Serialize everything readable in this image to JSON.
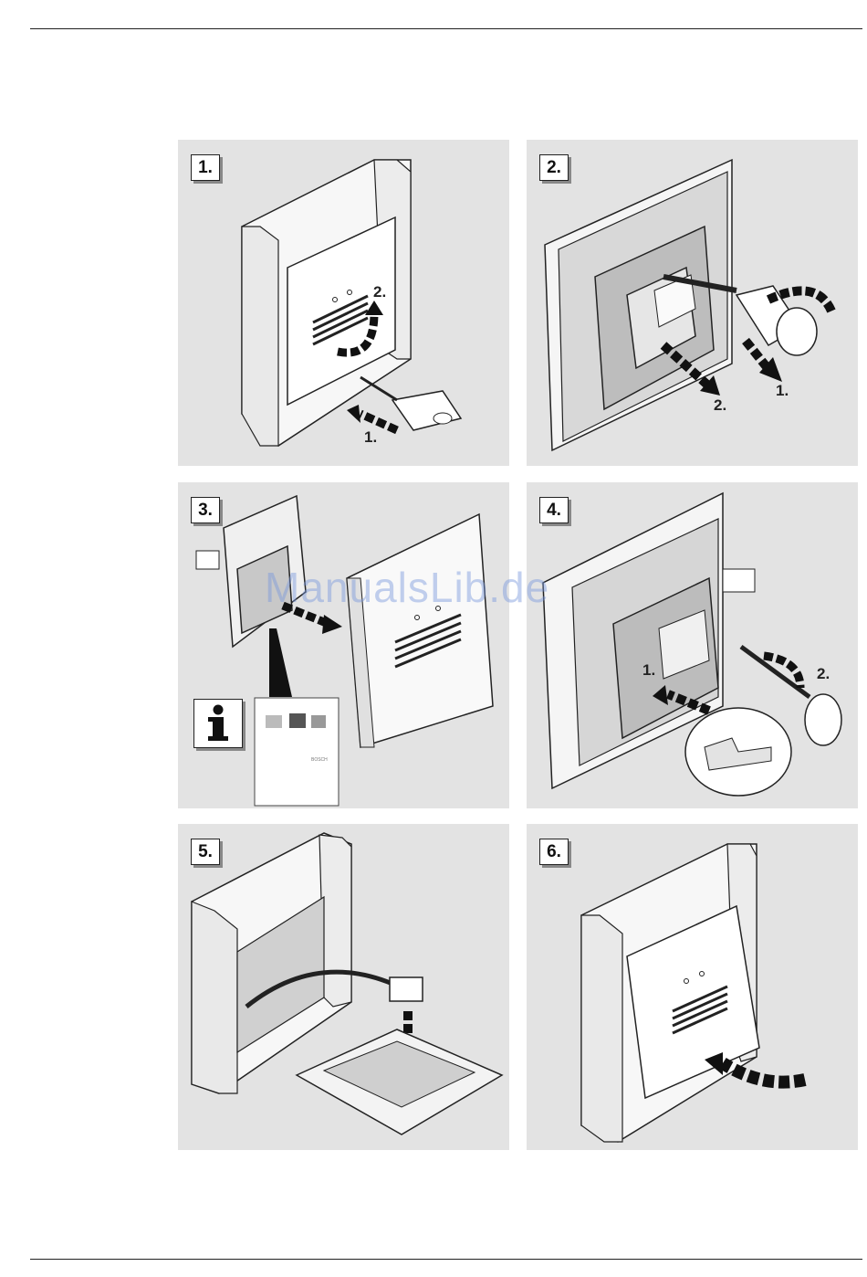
{
  "steps": [
    {
      "label": "1.",
      "callouts": [
        "2.",
        "1."
      ]
    },
    {
      "label": "2.",
      "callouts": [
        "1.",
        "2."
      ]
    },
    {
      "label": "3.",
      "callouts": []
    },
    {
      "label": "4.",
      "callouts": [
        "1.",
        "2."
      ]
    },
    {
      "label": "5.",
      "callouts": []
    },
    {
      "label": "6.",
      "callouts": []
    }
  ],
  "info_icon": "info-icon",
  "info_sheet_brand": "BOSCH",
  "watermark": "ManualsLib.de"
}
